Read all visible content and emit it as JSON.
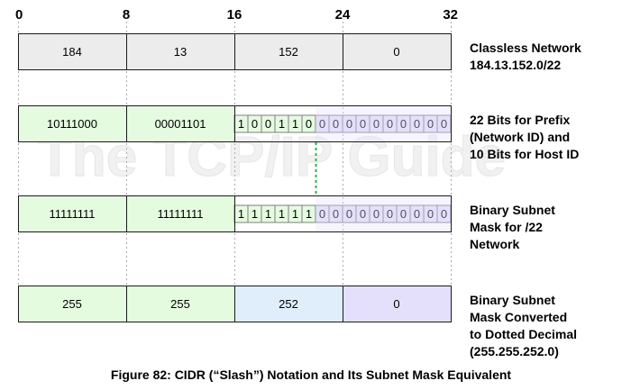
{
  "watermark": "The TCP/IP Guide",
  "ruler_ticks": [
    "0",
    "8",
    "16",
    "24",
    "32"
  ],
  "rows": [
    {
      "id": "network",
      "type": "octets",
      "cells": [
        "184",
        "13",
        "152",
        "0"
      ],
      "fills": [
        "#ececec",
        "#ececec",
        "#ececec",
        "#ececec"
      ],
      "label_lines": [
        "Classless Network",
        "184.13.152.0/22"
      ]
    },
    {
      "id": "prefix-bits",
      "type": "binary",
      "octets": [
        "10111000",
        "00001101"
      ],
      "bits": [
        "1",
        "0",
        "0",
        "1",
        "1",
        "0",
        "0",
        "0",
        "0",
        "0",
        "0",
        "0",
        "0",
        "0",
        "0",
        "0"
      ],
      "prefix_bits": 22,
      "label_lines": [
        "22 Bits for Prefix",
        "(Network ID) and",
        "10 Bits for Host ID"
      ]
    },
    {
      "id": "mask-bits",
      "type": "binary",
      "octets": [
        "11111111",
        "11111111"
      ],
      "bits": [
        "1",
        "1",
        "1",
        "1",
        "1",
        "1",
        "0",
        "0",
        "0",
        "0",
        "0",
        "0",
        "0",
        "0",
        "0",
        "0"
      ],
      "prefix_bits": 22,
      "label_lines": [
        "Binary Subnet",
        "Mask for /22",
        "Network"
      ]
    },
    {
      "id": "mask-decimal",
      "type": "octets",
      "cells": [
        "255",
        "255",
        "252",
        "0"
      ],
      "fills": [
        "#e4fbe0",
        "#e4fbe0",
        "#e0eefc",
        "#e4e0fb"
      ],
      "label_lines": [
        "Binary Subnet",
        "Mask Converted",
        "to Dotted Decimal",
        "(255.255.252.0)"
      ]
    }
  ],
  "colors": {
    "prefix_fill": "#e4fbe0",
    "host_fill": "#e4e0fb",
    "border": "#1a1a1a",
    "divider": "#7f7f7f",
    "boundary_marker": "#2db34a"
  },
  "caption": "Figure 82: CIDR (“Slash”) Notation and Its Subnet Mask Equivalent"
}
